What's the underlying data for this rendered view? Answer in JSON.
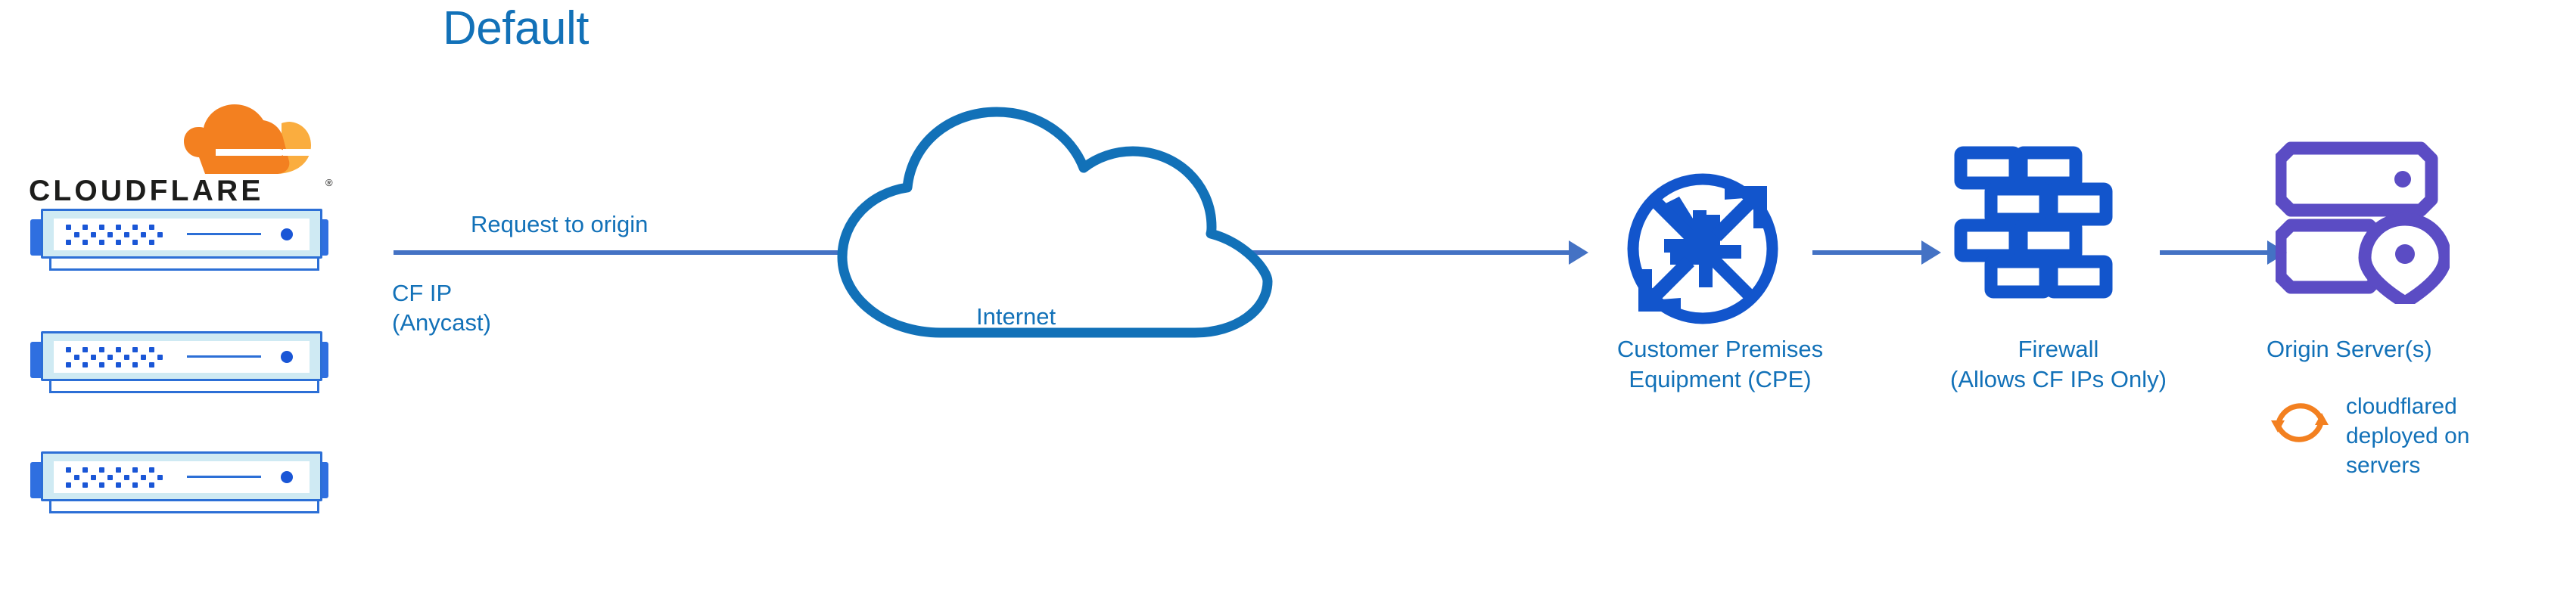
{
  "diagram": {
    "title": "Default",
    "title_color": "#1271b8",
    "background": "#ffffff"
  },
  "brand": {
    "name": "CLOUDFLARE",
    "registered_mark": "®",
    "logo_orange_dark": "#f38020",
    "logo_orange_light": "#faad3f",
    "wordmark_color": "#1d1d1b"
  },
  "nodes": {
    "cloudflare_edge": {
      "label": "CLOUDFLARE",
      "icon": "server-rack-icon",
      "server_count": 3,
      "color": "#2c6fd6"
    },
    "internet": {
      "label": "Internet",
      "icon": "cloud-outline-icon",
      "color": "#1271b8"
    },
    "cpe": {
      "label": "Customer Premises\nEquipment (CPE)",
      "icon": "router-icon",
      "color": "#1255cc"
    },
    "firewall": {
      "label": "Firewall\n(Allows CF IPs Only)",
      "icon": "brick-wall-icon",
      "color": "#1255cc"
    },
    "origin": {
      "label": "Origin Server(s)",
      "icon": "server-location-pin-icon",
      "color": "#5b4cc4"
    },
    "cloudflared": {
      "label": "cloudflared\ndeployed on\nservers",
      "icon": "refresh-sync-icon",
      "icon_color": "#f38020",
      "text_color": "#1271b8"
    }
  },
  "edges": {
    "request_to_origin": {
      "label": "Request to origin",
      "sublabel": "CF IP\n(Anycast)",
      "color": "#4472c4"
    }
  },
  "colors": {
    "blue_text": "#1271b8",
    "arrow_blue": "#4472c4",
    "icon_blue": "#1255cc",
    "purple": "#5b4cc4",
    "orange": "#f38020",
    "server_fill": "#cfeaf3"
  }
}
